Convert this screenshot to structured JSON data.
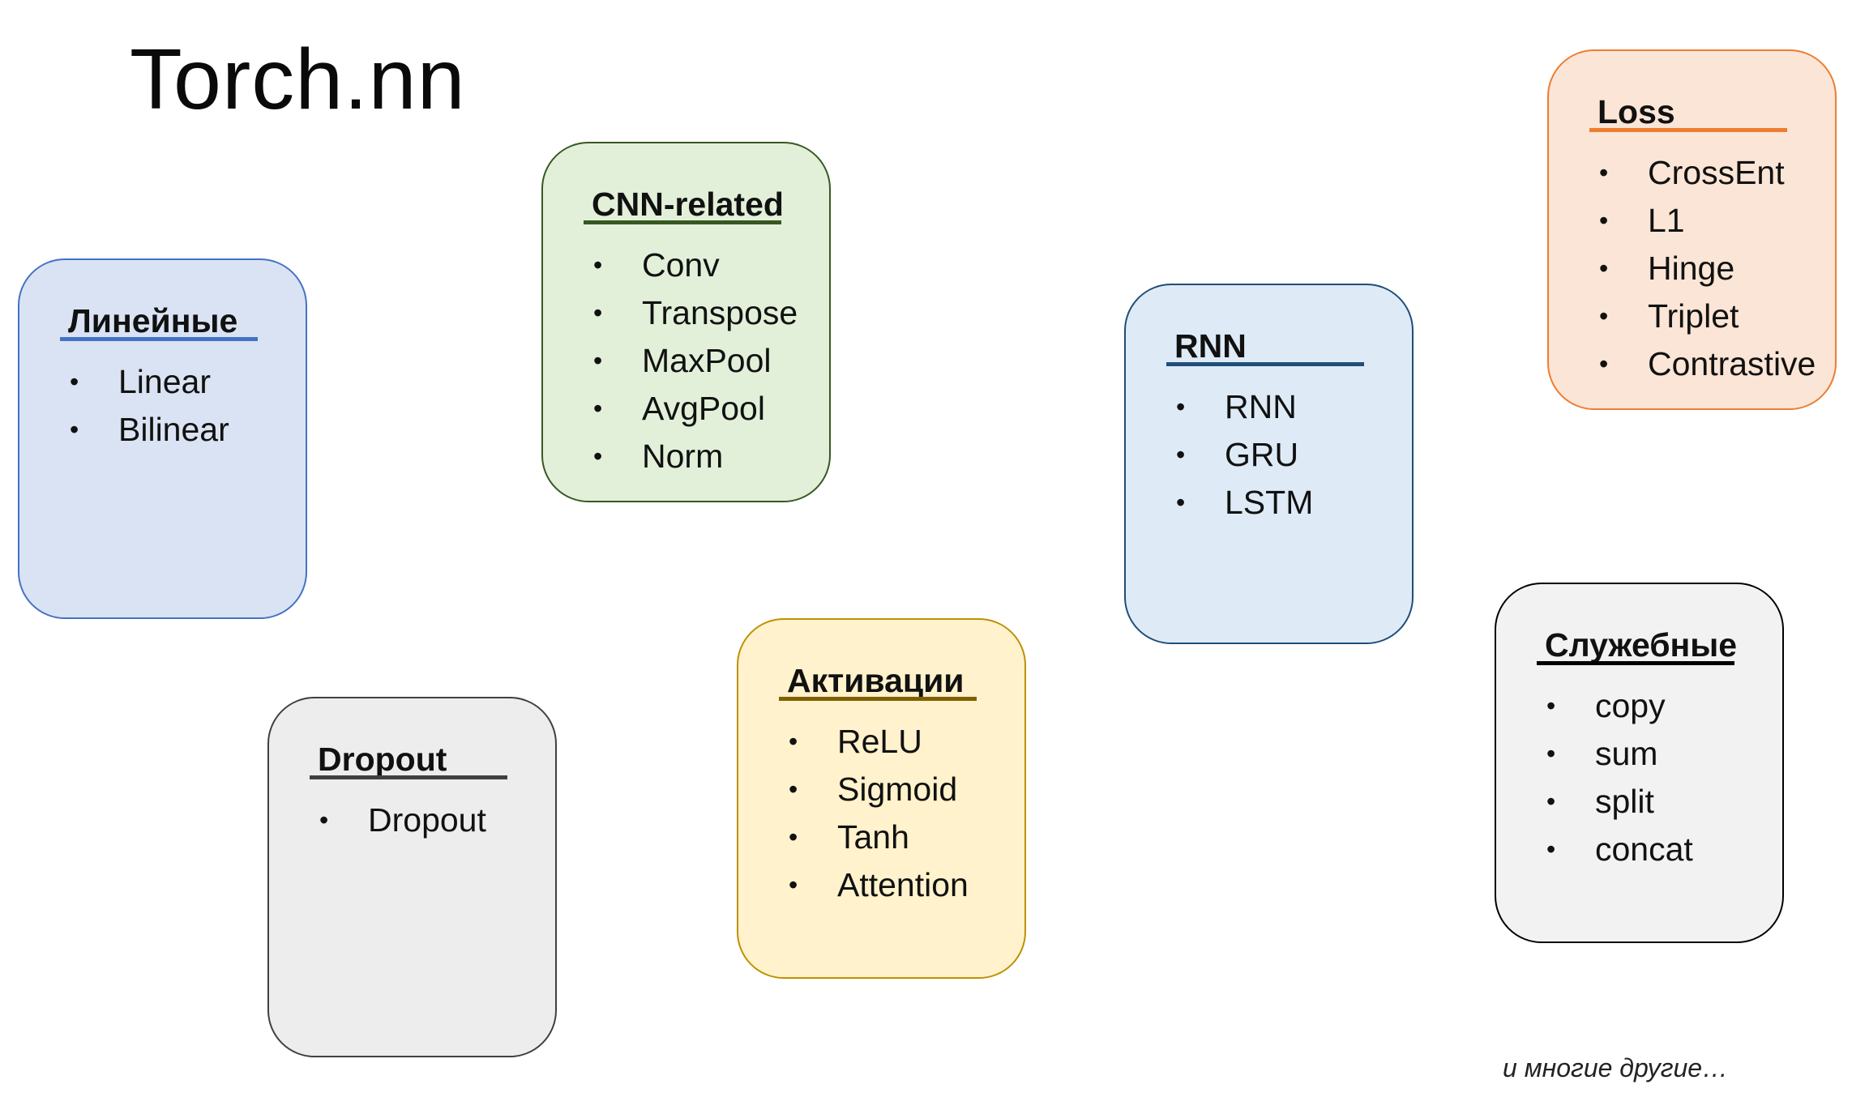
{
  "title": "Torch.nn",
  "cards": [
    {
      "id": "linear",
      "heading": "Линейные",
      "items": [
        "Linear",
        "Bilinear"
      ],
      "fill": "#dae3f3",
      "border": "#4472c4",
      "rule": "#4472c4"
    },
    {
      "id": "cnn",
      "heading": "CNN-related",
      "items": [
        "Conv",
        "Transpose",
        "MaxPool",
        "AvgPool",
        "Norm"
      ],
      "fill": "#e2f0d9",
      "border": "#385723",
      "rule": "#385723"
    },
    {
      "id": "rnn",
      "heading": "RNN",
      "items": [
        "RNN",
        "GRU",
        "LSTM"
      ],
      "fill": "#deebf7",
      "border": "#1f4e79",
      "rule": "#1f4e79"
    },
    {
      "id": "loss",
      "heading": "Loss",
      "items": [
        "CrossEnt",
        "L1",
        "Hinge",
        "Triplet",
        "Contrastive"
      ],
      "fill": "#fbe5d6",
      "border": "#ed7d31",
      "rule": "#ed7d31"
    },
    {
      "id": "dropout",
      "heading": "Dropout",
      "items": [
        "Dropout"
      ],
      "fill": "#ededed",
      "border": "#404040",
      "rule": "#404040"
    },
    {
      "id": "activ",
      "heading": "Активации",
      "items": [
        "ReLU",
        "Sigmoid",
        "Tanh",
        "Attention"
      ],
      "fill": "#fff2cc",
      "border": "#bf9000",
      "rule": "#7f6000"
    },
    {
      "id": "service",
      "heading": "Служебные",
      "items": [
        "copy",
        "sum",
        "split",
        "concat"
      ],
      "fill": "#f2f2f2",
      "border": "#000000",
      "rule": "#000000"
    }
  ],
  "bullet_char": "•",
  "footnote": "и многие другие…"
}
